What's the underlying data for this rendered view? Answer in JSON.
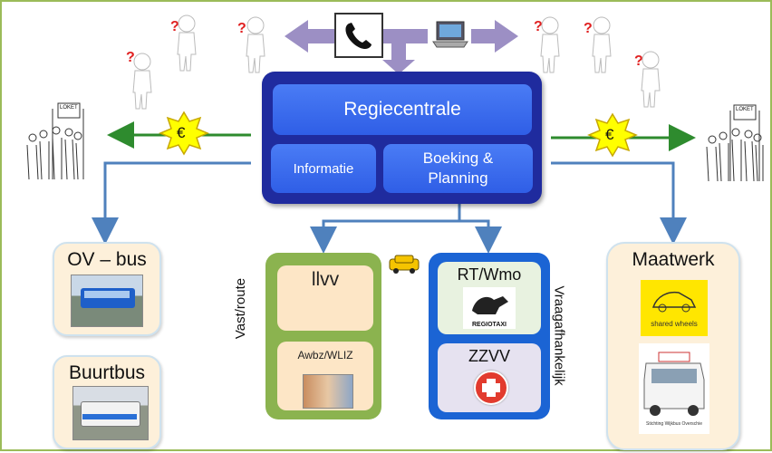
{
  "hub": {
    "title": "Regiecentrale",
    "info": "Informatie",
    "booking_line1": "Boeking &",
    "booking_line2": "Planning"
  },
  "loket_sign": "LOKET",
  "euro": "€",
  "ov_bus": {
    "title": "OV – bus"
  },
  "buurtbus": {
    "title": "Buurtbus"
  },
  "llvv": {
    "title": "llvv",
    "sub": "Awbz/WLIZ",
    "side_label": "Vast/route"
  },
  "rt_wmo": {
    "title": "RT/Wmo",
    "logo": "REGIOTAXI"
  },
  "zzvv": {
    "title": "ZZVV"
  },
  "blue_side_label": "Vraagafhankelijk",
  "maatwerk": {
    "title": "Maatwerk",
    "logo": "shared wheels",
    "caption": "Stichting Wijkbus Overschie"
  },
  "colors": {
    "hub_dark": "#1f2b9e",
    "hub_box": "#3b6cf0",
    "arrow_green": "#2e8b2e",
    "arrow_blue": "#4f81bd",
    "arrow_purple": "#9c8fc4",
    "euro_star": "#ffff00"
  }
}
